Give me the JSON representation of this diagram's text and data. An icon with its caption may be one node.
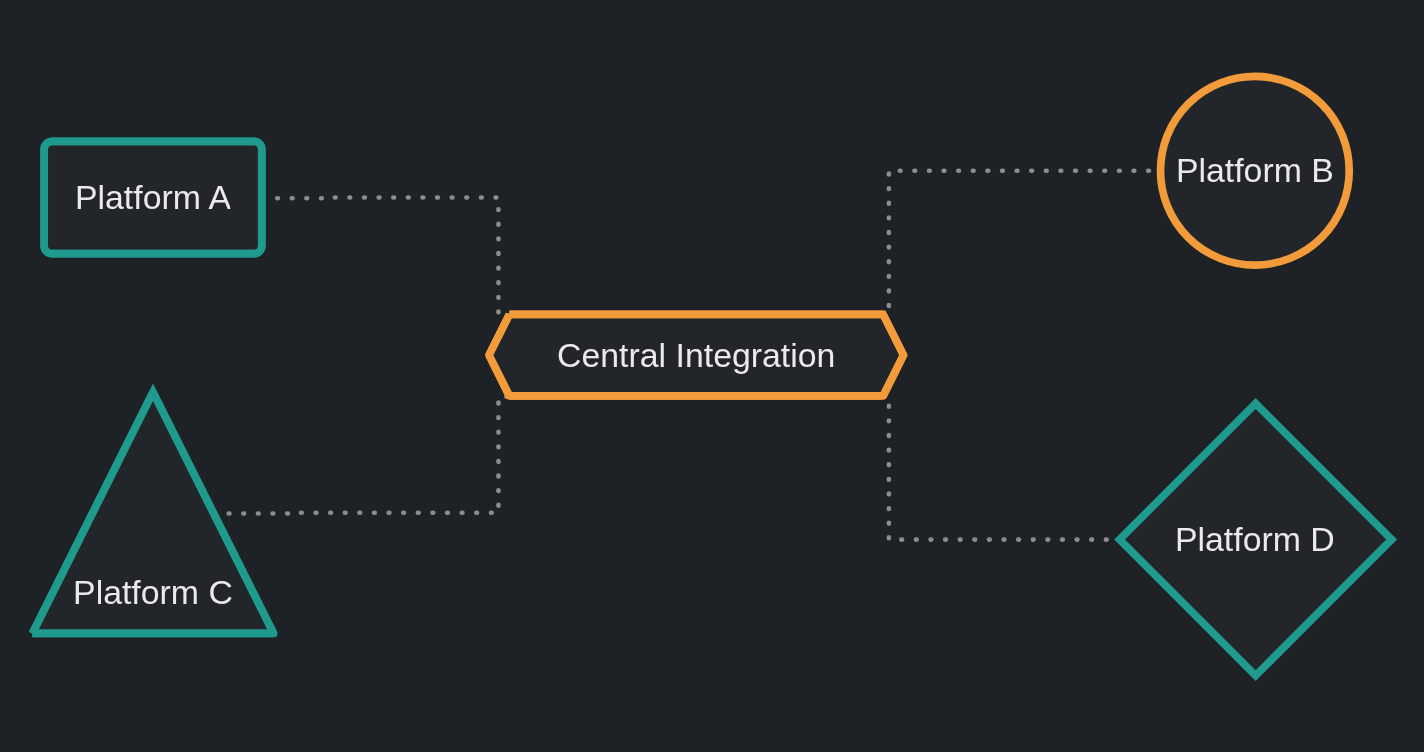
{
  "diagram": {
    "nodes": [
      {
        "text": [
          "Platform A"
        ]
      },
      {
        "text": [
          "Platform B"
        ]
      },
      {
        "text": [
          "Central Integration"
        ]
      },
      {
        "text": [
          "Platform C"
        ]
      },
      {
        "text": [
          "Platform D"
        ]
      }
    ],
    "edges": [
      {
        "from": 0,
        "to": 2,
        "arrow": "none",
        "style": "dashed"
      },
      {
        "from": 2,
        "to": 1,
        "arrow": "none",
        "style": "dashed"
      },
      {
        "from": 3,
        "to": 2,
        "arrow": "none",
        "style": "dashed"
      },
      {
        "from": 2,
        "to": 4,
        "arrow": "none",
        "style": "dashed"
      }
    ]
  }
}
